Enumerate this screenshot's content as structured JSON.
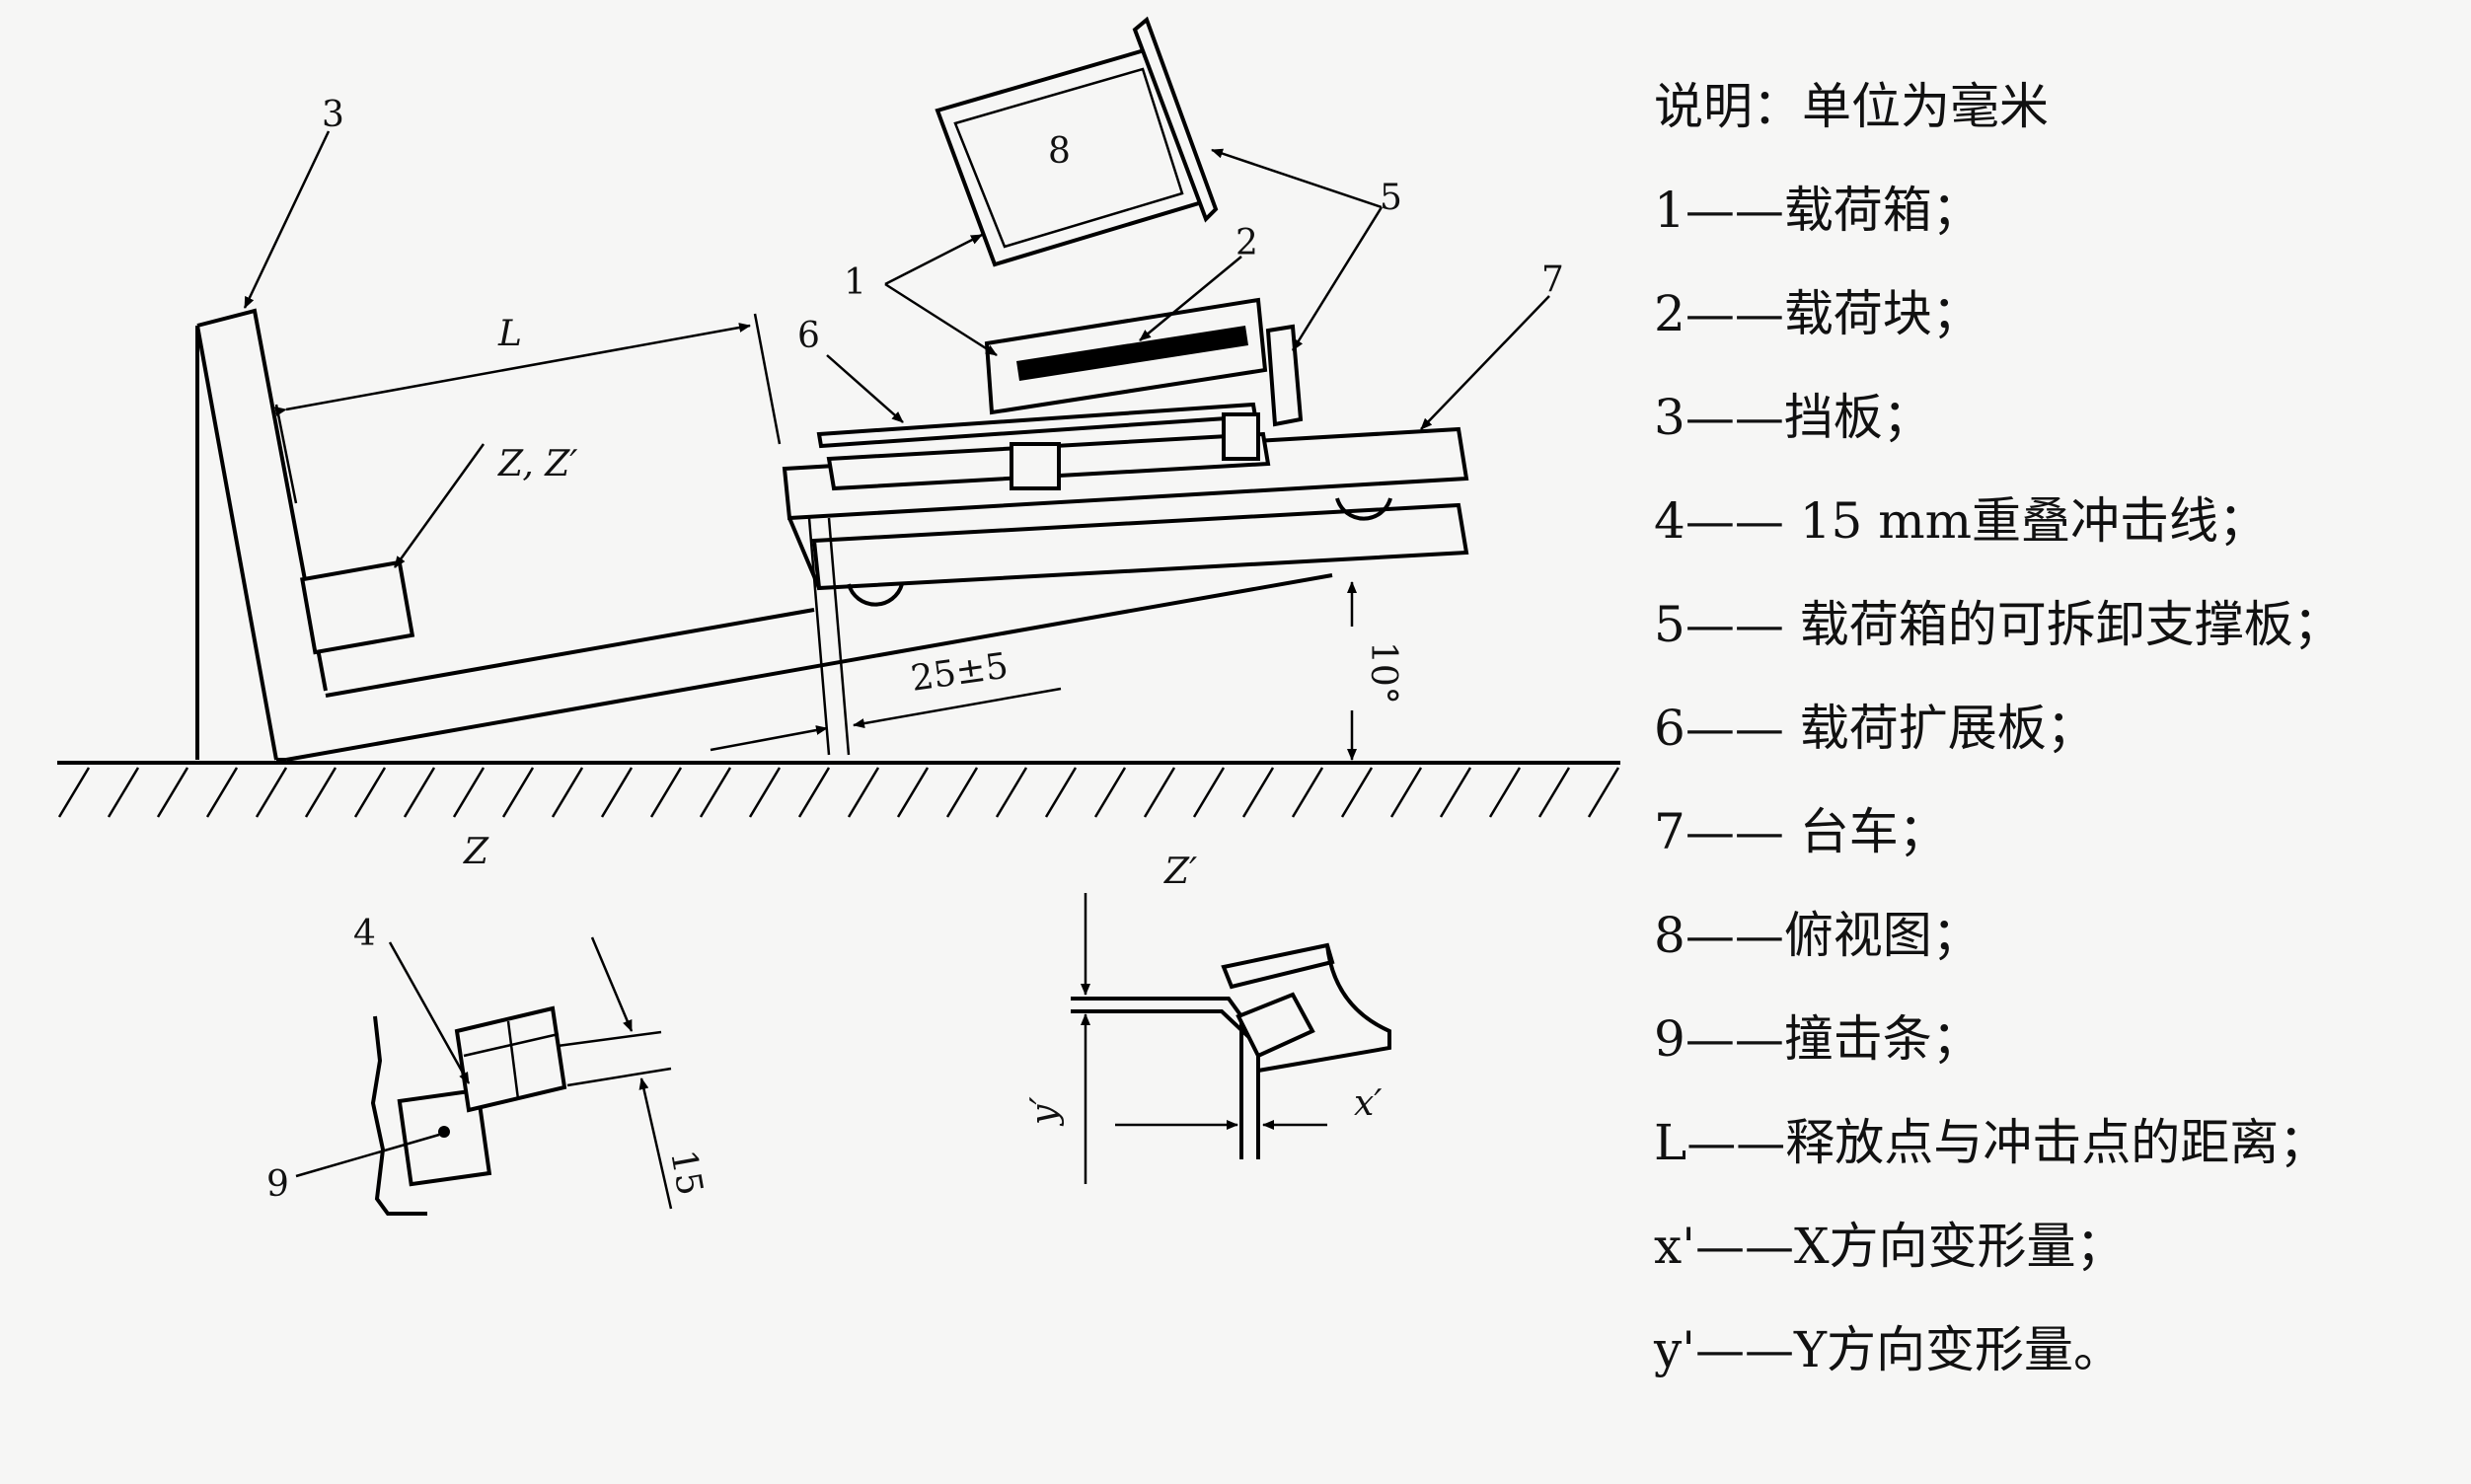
{
  "legend": {
    "title": "说明：单位为毫米",
    "items": [
      {
        "key": "1",
        "text": "——载荷箱；"
      },
      {
        "key": "2",
        "text": "——载荷块；"
      },
      {
        "key": "3",
        "text": "——挡板；"
      },
      {
        "key": "4",
        "text": "—— 15 mm重叠冲击线；"
      },
      {
        "key": "5",
        "text": "—— 载荷箱的可拆卸支撑板；"
      },
      {
        "key": "6",
        "text": "—— 载荷扩展板；"
      },
      {
        "key": "7",
        "text": "—— 台车；"
      },
      {
        "key": "8",
        "text": "——俯视图；"
      },
      {
        "key": "9",
        "text": "——撞击条；"
      },
      {
        "key": "L",
        "text": "——释放点与冲击点的距离；"
      },
      {
        "key": "x'",
        "text": "——X方向变形量；"
      },
      {
        "key": "y'",
        "text": "——Y方向变形量。"
      }
    ]
  },
  "labels": {
    "n1": "1",
    "n2": "2",
    "n3": "3",
    "n4": "4",
    "n5": "5",
    "n6": "6",
    "n7": "7",
    "n8": "8",
    "n9": "9",
    "L": "L",
    "zz": "Z, Z′",
    "z": "Z",
    "zprime": "Z′",
    "gap": "25±5",
    "angle": "10°",
    "fifteen": "15",
    "yprime": "y′",
    "xprime": "x′"
  }
}
